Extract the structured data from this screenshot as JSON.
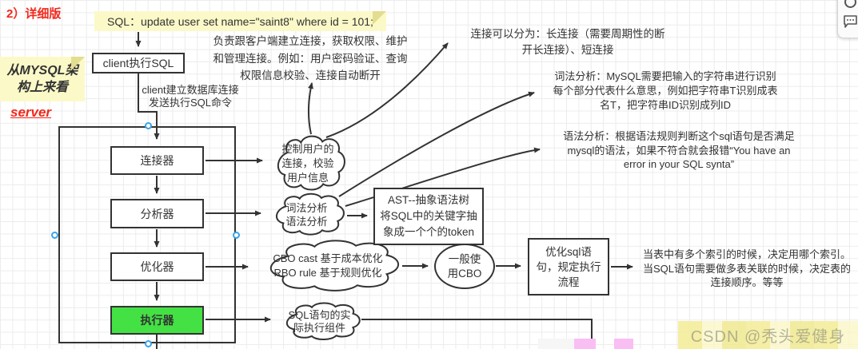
{
  "page": {
    "title_label": "2）详细版"
  },
  "sticky": {
    "sql_note": "SQL：update user set name=\"saint8\" where id = 101;",
    "arch_note": "从MYSQL架\n构上来看",
    "server_label": "server"
  },
  "flow": {
    "client_box_label": "client执行SQL",
    "client_conn_label": "client建立数据库连接\n发送执行SQL命令",
    "stage_connector": "连接器",
    "stage_analyzer": "分析器",
    "stage_optimizer": "优化器",
    "stage_executor": "执行器"
  },
  "clouds": {
    "connector_note": "控制用户的\n连接，校验\n用户信息",
    "analyzer_note": "词法分析\n语法分析",
    "optimizer_note": "CBO cast 基于成本优化\nRBO rule 基于规则优化",
    "executor_note": "SQL语句的实\n际执行组件"
  },
  "nodes": {
    "ast_box": "AST--抽象语法树\n将SQL中的关键字抽\n象成一个个的token",
    "cbo_ellipse": "一般使\n用CBO",
    "optimize_box": "优化sql语\n句，规定执行\n流程"
  },
  "annotations": {
    "connection_duty": "负责跟客户端建立连接，获取权限、维护\n和管理连接。例如：用户密码验证、查询\n权限信息校验、连接自动断开",
    "connection_types": "连接可以分为：长连接（需要周期性的断\n开长连接）、短连接",
    "lexical_analysis": "词法分析：MySQL需要把输入的字符串进行识别\n每个部分代表什么意思，例如把字符串T识别成表\n名T，把字符串ID识别成列ID",
    "syntax_analysis": "语法分析：根据语法规则判断这个sql语句是否满足\nmysql的语法，如果不符合就会报错“You have an\nerror in your SQL synta”",
    "optimizer_duty": "当表中有多个索引的时候，决定用哪个索引。\n当SQL语句需要做多表关联的时候，决定表的\n连接顺序。等等"
  },
  "watermark": {
    "text": "CSDN @秃头爱健身"
  },
  "colors": {
    "accent_red": "#f2281c",
    "note_yellow": "#fbf9c8",
    "executor_green": "#44e144",
    "handle_blue": "#3aa3e8",
    "shape_pink": "#f9bef3"
  }
}
